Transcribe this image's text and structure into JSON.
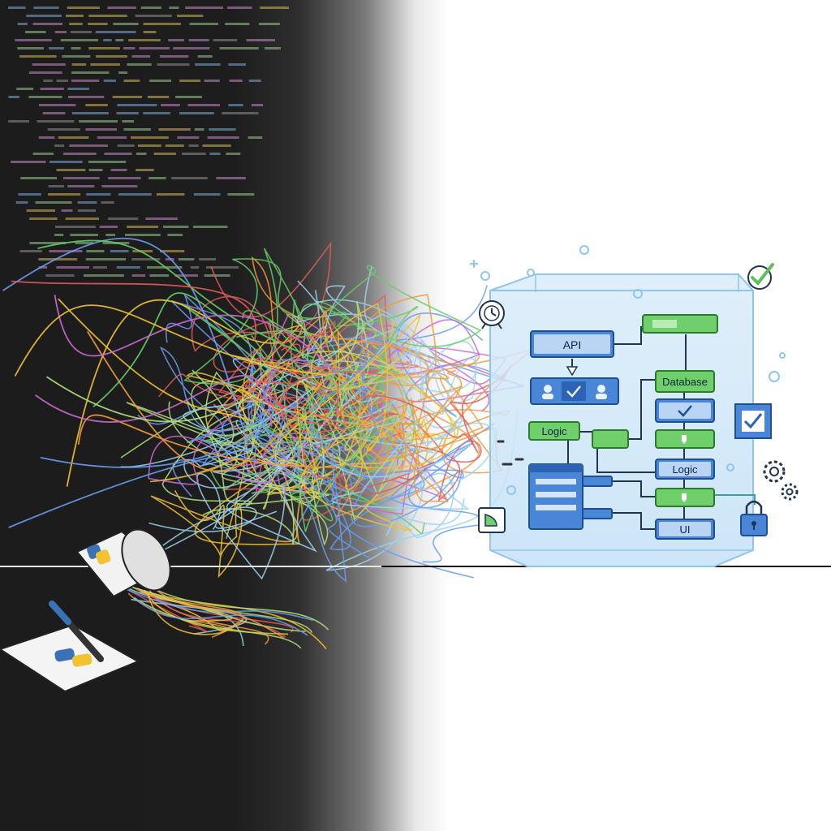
{
  "diagram": {
    "modules": {
      "api_label": "API",
      "database_label": "Database",
      "logic_label_1": "Logic",
      "logic_label_2": "Logic",
      "ui_label": "UI"
    },
    "icons": {
      "left_side": [
        "python-logo-icon",
        "pen-icon",
        "tangled-wires-icon"
      ],
      "right_side": [
        "check-circle-icon",
        "timer-icon",
        "checkbox-icon",
        "gear-icon",
        "padlock-icon",
        "chart-icon"
      ]
    },
    "colors": {
      "dark_background": "#1d1d1d",
      "module_blue": "#4a86d8",
      "module_green": "#6fcf6a",
      "glass_blue": "#cfe6f7",
      "glass_edge": "#8fc6ee",
      "python_blue": "#3a73b5",
      "python_yellow": "#f2c232"
    }
  }
}
